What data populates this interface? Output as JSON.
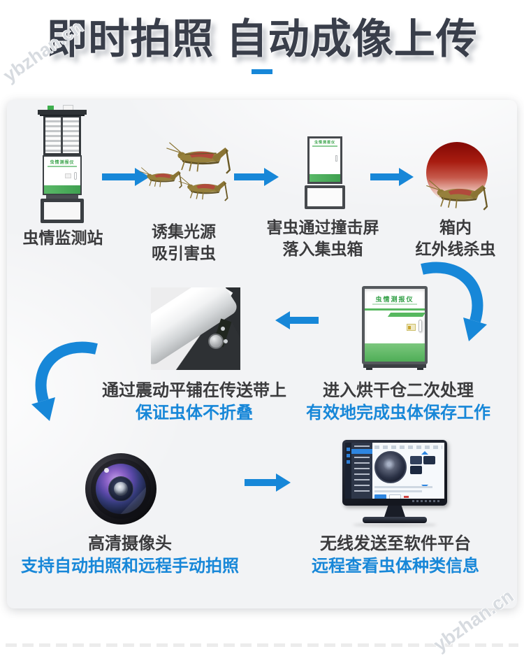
{
  "page": {
    "title": "即时拍照 自动成像上传",
    "watermark": "ybzhan.cn"
  },
  "device": {
    "cabinet_label": "虫情测报仪"
  },
  "steps": {
    "station": {
      "label": "虫情监测站"
    },
    "lure": {
      "line1": "诱集光源",
      "line2": "吸引害虫"
    },
    "impact": {
      "line1": "害虫通过撞击屏",
      "line2": "落入集虫箱"
    },
    "kill": {
      "line1": "箱内",
      "line2": "红外线杀虫"
    },
    "dryer": {
      "line1": "进入烘干仓二次处理",
      "line2": "有效地完成虫体保存工作"
    },
    "conveyor": {
      "line1": "通过震动平铺在传送带上",
      "line2": "保证虫体不折叠"
    },
    "camera": {
      "line1": "高清摄像头",
      "line2": "支持自动拍照和远程手动拍照"
    },
    "monitor": {
      "line1": "无线发送至软件平台",
      "line2": "远程查看虫体种类信息"
    }
  },
  "colors": {
    "accent_blue": "#1787d8",
    "title_dark": "#393e4a",
    "device_green": "#45ad56",
    "heat_red": "#880c07"
  }
}
